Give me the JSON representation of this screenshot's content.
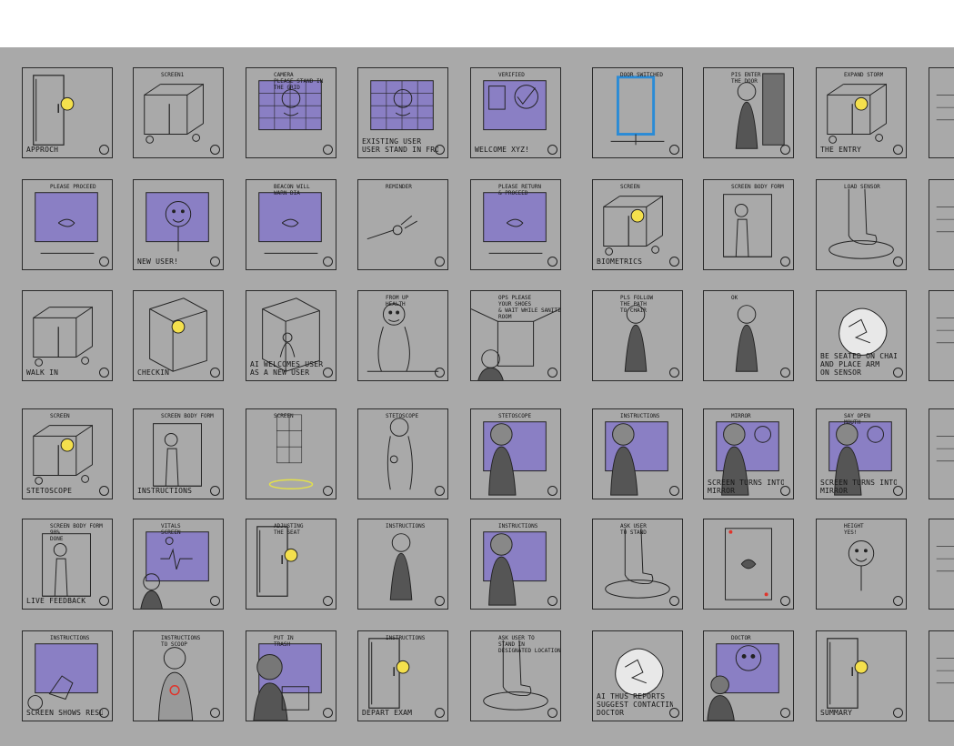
{
  "colors": {
    "background": "#a9a9a9",
    "screen": "#8a7fc4",
    "highlight": "#f4e04d",
    "ink": "#222222",
    "door": "#2b8bd6",
    "alert": "#e0342b"
  },
  "rows": [
    [
      {
        "caption": "APPROCH",
        "icon": "door-sketch",
        "screen": false,
        "dot": true
      },
      {
        "caption": "",
        "icon": "booth-sketch",
        "screen": false,
        "dot": false,
        "ann": "SCREEN1"
      },
      {
        "caption": "",
        "icon": "camera-grid-sketch",
        "screen": true,
        "dot": false,
        "ann": "CAMERA\nPLEASE STAND IN\nTHE GRID"
      },
      {
        "caption": "EXISTING USER\nUSER STAND IN FRONT",
        "icon": "face-grid-sketch",
        "screen": true,
        "dot": false
      },
      {
        "caption": "WELCOME XYZ!",
        "icon": "check-screen-sketch",
        "screen": true,
        "dot": false,
        "ann": "VERIFIED"
      },
      {
        "caption": "",
        "icon": "lit-doorway-sketch",
        "screen": false,
        "dot": false,
        "ann": "DOOR SWITCHED"
      },
      {
        "caption": "",
        "icon": "figure-door-sketch",
        "screen": false,
        "dot": false,
        "ann": "PIS ENTER\nTHE DOOR"
      },
      {
        "caption": "THE ENTRY",
        "icon": "booth-entry-sketch",
        "screen": false,
        "dot": true,
        "ann": "EXPAND STORM"
      },
      {
        "caption": "",
        "icon": "edge-sketch",
        "screen": false,
        "dot": false
      }
    ],
    [
      {
        "caption": "",
        "icon": "screen-sketch",
        "screen": true,
        "dot": false,
        "ann": "PLEASE PROCEED"
      },
      {
        "caption": "NEW USER!",
        "icon": "new-face-sketch",
        "screen": true,
        "dot": false
      },
      {
        "caption": "",
        "icon": "screen-sketch",
        "screen": true,
        "dot": false,
        "ann": "BEACON WILL\nWARN DIA"
      },
      {
        "caption": "",
        "icon": "watch-sketch",
        "screen": false,
        "dot": false,
        "ann": "REMINDER"
      },
      {
        "caption": "",
        "icon": "screen-sketch",
        "screen": true,
        "dot": false,
        "ann": "PLEASE RETURN\n& PROCEED"
      },
      {
        "caption": "BIOMETRICS",
        "icon": "booth-sketch",
        "screen": false,
        "dot": true,
        "ann": "SCREEN"
      },
      {
        "caption": "",
        "icon": "body-scan-sketch",
        "screen": false,
        "dot": false,
        "ann": "SCREEN BODY FORM"
      },
      {
        "caption": "",
        "icon": "foot-scan-sketch",
        "screen": false,
        "dot": false,
        "ann": "LOAD SENSOR"
      },
      {
        "caption": "",
        "icon": "edge-sketch",
        "screen": false,
        "dot": false
      }
    ],
    [
      {
        "caption": "WALK IN",
        "icon": "booth-sketch",
        "screen": false,
        "dot": false
      },
      {
        "caption": "CHECKIN",
        "icon": "cube-sketch",
        "screen": false,
        "dot": true
      },
      {
        "caption": "AI WELCOMES USER\nAS A NEW USER",
        "icon": "cube-figure-sketch",
        "screen": false,
        "dot": false
      },
      {
        "caption": "",
        "icon": "sitting-figure-sketch",
        "screen": false,
        "dot": false,
        "ann": "FROM UP\nHEALTH"
      },
      {
        "caption": "",
        "icon": "room-sketch",
        "screen": false,
        "dot": false,
        "ann": "OPS PLEASE\nYOUR SHOES\n& WAIT WHILE SANITIZE\nROOM"
      },
      {
        "caption": "",
        "icon": "figure-chair-sketch",
        "screen": false,
        "dot": false,
        "ann": "PLS FOLLOW\nTHE PATH\nTO CHAIR"
      },
      {
        "caption": "",
        "icon": "figure-talk-sketch",
        "screen": false,
        "dot": false,
        "ann": "OK"
      },
      {
        "caption": "BE SEATED ON CHAIR\nAND PLACE ARM\nON SENSOR",
        "icon": "scribble-sketch",
        "screen": false,
        "dot": false
      },
      {
        "caption": "",
        "icon": "edge-sketch",
        "screen": false,
        "dot": false
      }
    ],
    [
      {
        "caption": "STETOSCOPE",
        "icon": "booth-sketch",
        "screen": false,
        "dot": true,
        "ann": "SCREEN"
      },
      {
        "caption": "INSTRUCTIONS",
        "icon": "body-scan-sketch",
        "screen": false,
        "dot": false,
        "ann": "SCREEN BODY FORM"
      },
      {
        "caption": "",
        "icon": "grid-floor-sketch",
        "screen": false,
        "dot": false,
        "ann": "SCREEN"
      },
      {
        "caption": "",
        "icon": "stetoscope-sketch",
        "screen": false,
        "dot": false,
        "ann": "STETOSCOPE"
      },
      {
        "caption": "",
        "icon": "figure-screen-sketch",
        "screen": true,
        "dot": false,
        "ann": "STETOSCOPE"
      },
      {
        "caption": "",
        "icon": "figure-screen-sketch",
        "screen": true,
        "dot": false,
        "ann": "INSTRUCTIONS"
      },
      {
        "caption": "SCREEN TURNS INTO\nMIRROR",
        "icon": "mirror-sketch",
        "screen": true,
        "dot": false,
        "ann": "MIRROR"
      },
      {
        "caption": "SCREEN TURNS INTO\nMIRROR",
        "icon": "mirror-sketch",
        "screen": true,
        "dot": false,
        "ann": "SAY OPEN\nMOUTH"
      },
      {
        "caption": "",
        "icon": "edge-sketch",
        "screen": false,
        "dot": false
      }
    ],
    [
      {
        "caption": "LIVE FEEDBACK",
        "icon": "body-scan-sketch",
        "screen": false,
        "dot": false,
        "ann": "SCREEN BODY FORM\n90%\nDONE"
      },
      {
        "caption": "",
        "icon": "vitals-sketch",
        "screen": true,
        "dot": false,
        "ann": "VITALS\nSCREEN"
      },
      {
        "caption": "",
        "icon": "door-sketch",
        "screen": false,
        "dot": true,
        "ann": "ADJUSTING\nTHE SEAT"
      },
      {
        "caption": "",
        "icon": "figure-room-sketch",
        "screen": false,
        "dot": false,
        "ann": "INSTRUCTIONS"
      },
      {
        "caption": "",
        "icon": "figure-screen-sketch",
        "screen": true,
        "dot": false,
        "ann": "INSTRUCTIONS"
      },
      {
        "caption": "",
        "icon": "foot-scan-sketch",
        "screen": false,
        "dot": false,
        "ann": "ASK USER\nTO STAND"
      },
      {
        "caption": "",
        "icon": "scale-sketch",
        "screen": false,
        "dot": false
      },
      {
        "caption": "",
        "icon": "face-scan-sketch",
        "screen": false,
        "dot": false,
        "ann": "HEIGHT\nYES!"
      },
      {
        "caption": "",
        "icon": "edge-sketch",
        "screen": false,
        "dot": false
      }
    ],
    [
      {
        "caption": "SCREEN SHOWS RESULT",
        "icon": "hand-screen-sketch",
        "screen": true,
        "dot": false,
        "ann": "INSTRUCTIONS"
      },
      {
        "caption": "",
        "icon": "figure-touch-sketch",
        "screen": false,
        "dot": false,
        "ann": "INSTRUCTIONS\nTO SCOOP"
      },
      {
        "caption": "",
        "icon": "figure-box-sketch",
        "screen": true,
        "dot": false,
        "ann": "PUT IN\nTRASH"
      },
      {
        "caption": "DEPART EXAM",
        "icon": "door-sketch",
        "screen": false,
        "dot": true,
        "ann": "INSTRUCTIONS"
      },
      {
        "caption": "",
        "icon": "foot-scan-sketch",
        "screen": false,
        "dot": false,
        "ann": "ASK USER TO\nSTAND IN\nDESIGNATED LOCATION"
      },
      {
        "caption": "AI THUS REPORTS\nSUGGEST CONTACTING\nDOCTOR",
        "icon": "scribble-sketch",
        "screen": false,
        "dot": false
      },
      {
        "caption": "",
        "icon": "doctor-sketch",
        "screen": true,
        "dot": false,
        "ann": "DOCTOR"
      },
      {
        "caption": "SUMMARY",
        "icon": "door-sketch",
        "screen": false,
        "dot": true
      },
      {
        "caption": "",
        "icon": "edge-sketch",
        "screen": false,
        "dot": false
      }
    ]
  ]
}
